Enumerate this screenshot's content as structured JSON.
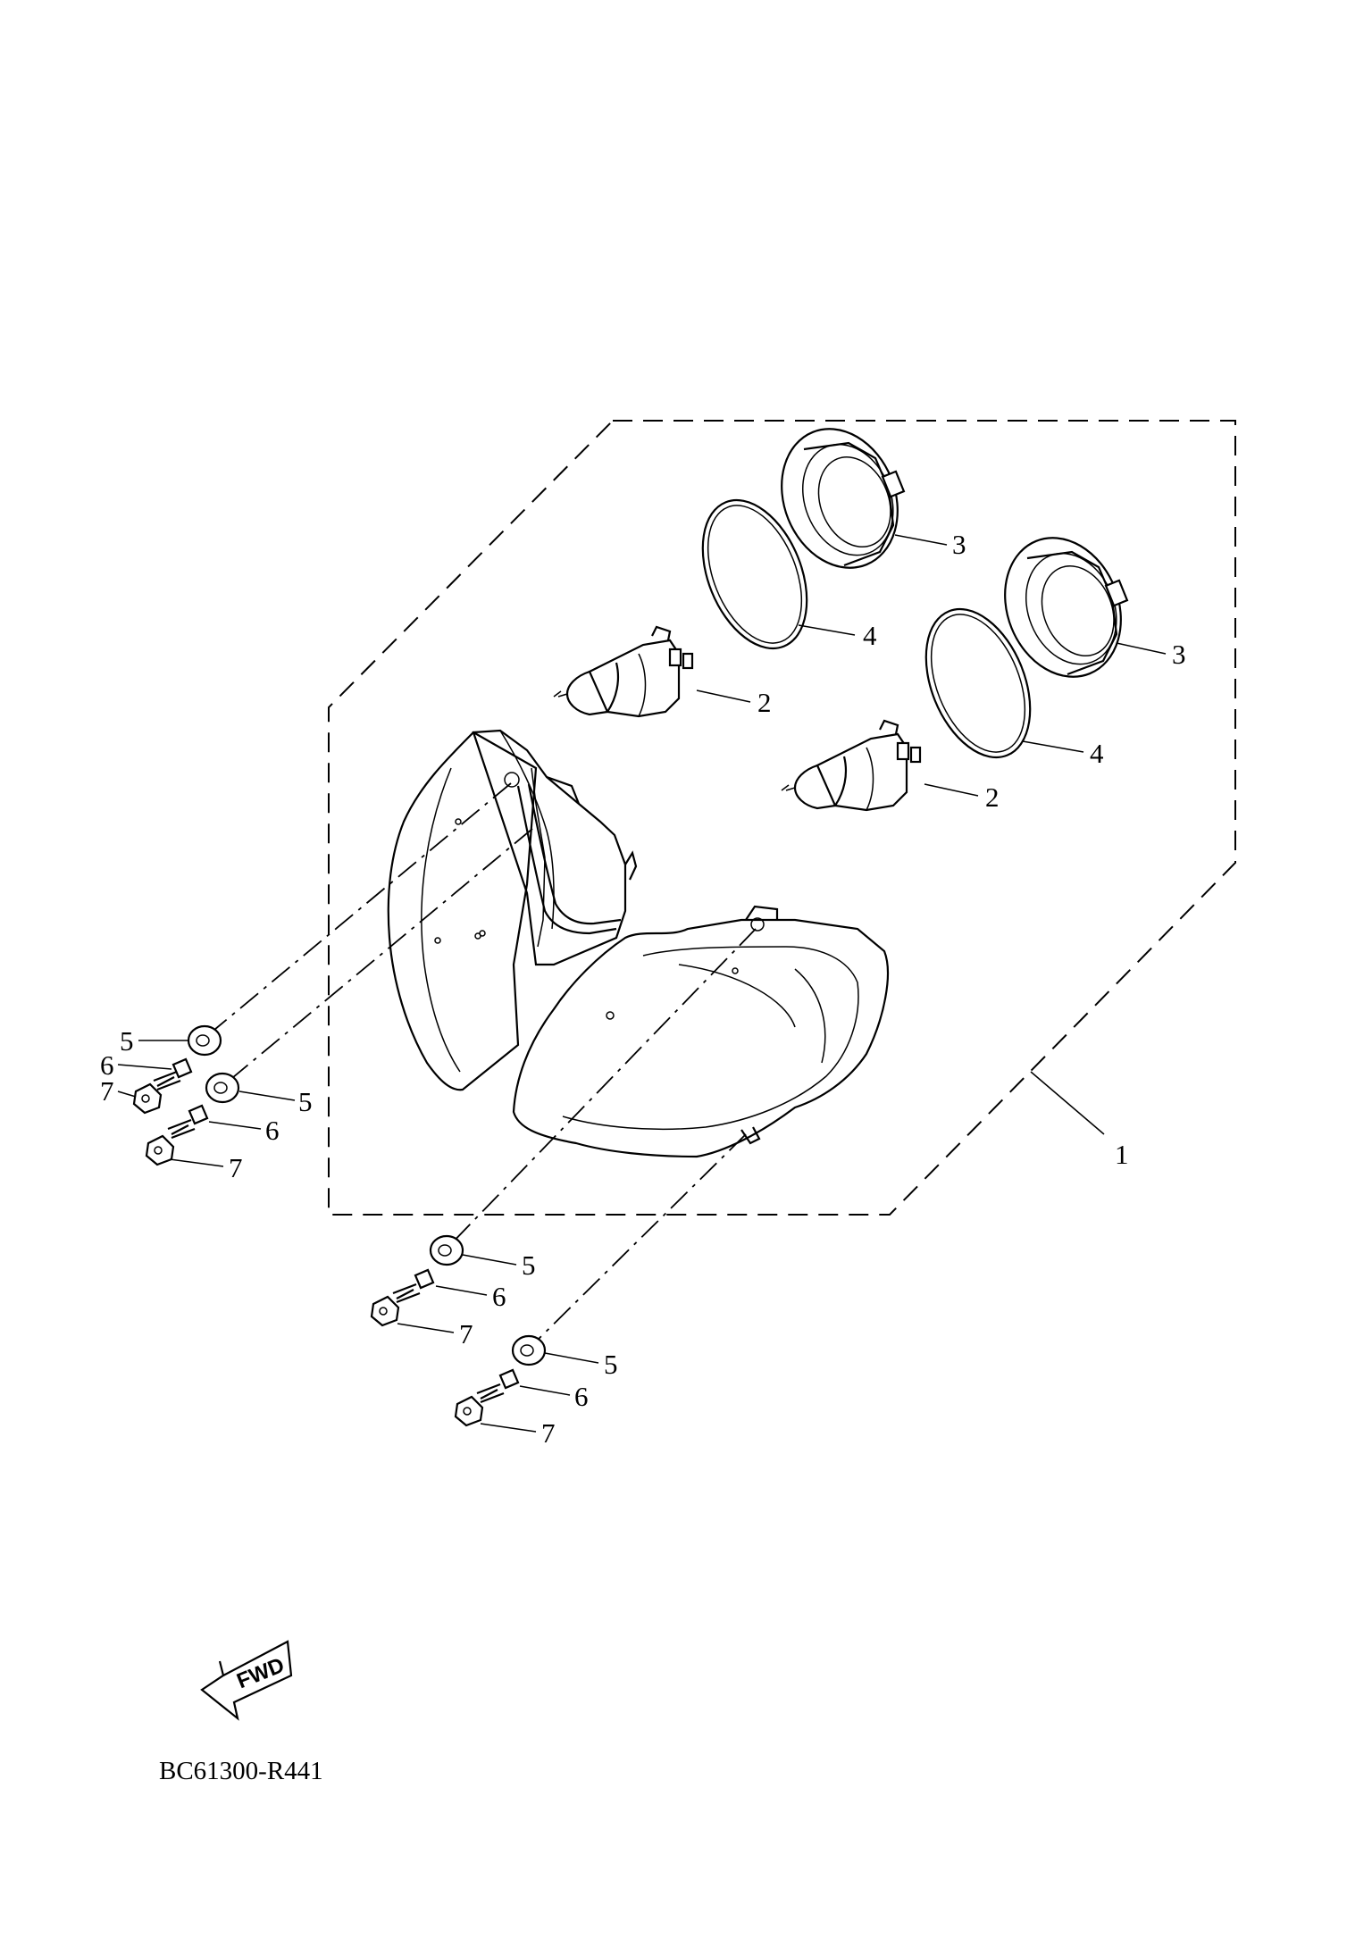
{
  "diagram": {
    "drawing_code": "BC61300-R441",
    "direction_marker": "FWD",
    "callouts": [
      "1",
      "2",
      "2",
      "3",
      "3",
      "4",
      "4",
      "5",
      "5",
      "5",
      "5",
      "6",
      "6",
      "6",
      "6",
      "7",
      "7",
      "7",
      "7"
    ]
  }
}
